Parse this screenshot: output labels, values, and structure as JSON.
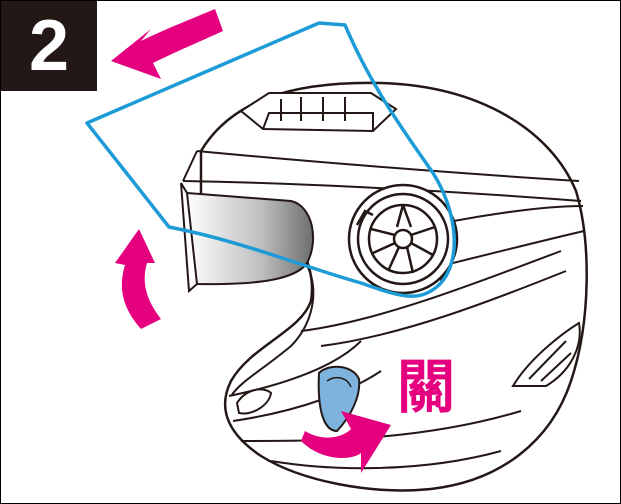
{
  "step": {
    "number": "2"
  },
  "labels": {
    "close": "關"
  },
  "colors": {
    "arrow": "#e4007f",
    "shield_outline": "#1d9bd6",
    "inner_visor": "#8a8a8a",
    "tab": "#7db3dc",
    "badge": "#231815",
    "line": "#231815"
  },
  "icons": {
    "helmet": "open-face-helmet",
    "shield": "face-shield-outline",
    "visor": "inner-sun-visor",
    "rotate_arrows": [
      "curved-arrow-up-left",
      "curved-arrow-up",
      "curved-arrow-right"
    ]
  }
}
